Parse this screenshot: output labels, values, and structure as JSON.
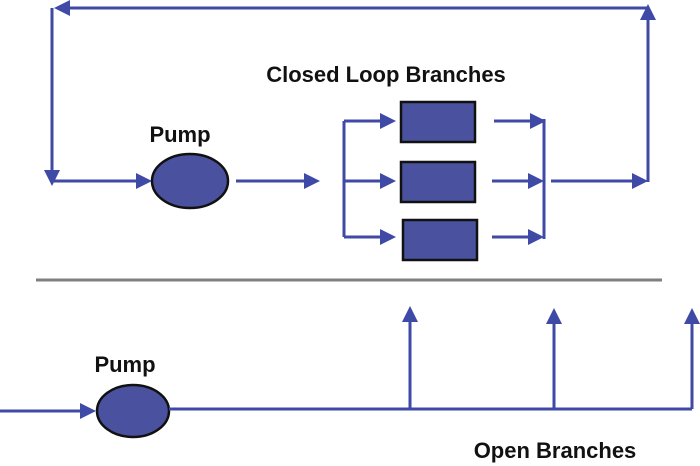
{
  "diagram": {
    "closed_loop": {
      "title": "Closed Loop Branches",
      "pump_label": "Pump",
      "branch_count": 3
    },
    "open": {
      "title": "Open Branches",
      "pump_label": "Pump",
      "branch_count": 3
    },
    "colors": {
      "flow": "#3f4aa6",
      "node_fill": "#4a52a0",
      "node_stroke": "#111111",
      "divider": "#7f7f7f"
    }
  }
}
